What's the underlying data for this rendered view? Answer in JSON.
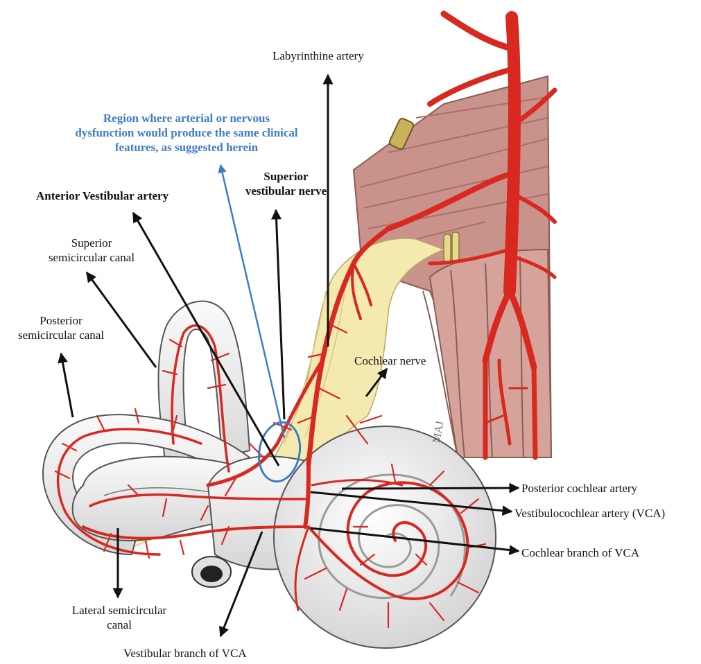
{
  "figure": {
    "colors": {
      "artery": "#d8281f",
      "artery_dark": "#a3150f",
      "nerve": "#f4eab0",
      "bone": "#eeeeee",
      "bone_edge": "#555555",
      "brainstem": "#c9928a",
      "highlight": "#3d7cc9"
    },
    "labels": {
      "labyrinthine_artery": "Labyrinthine artery",
      "region_note": [
        "Region where arterial or nervous",
        "dysfunction would produce the same clinical",
        "features, as suggested herein"
      ],
      "anterior_vestibular_artery": "Anterior Vestibular artery",
      "superior_vestibular_nerve": [
        "Superior",
        "vestibular nerve"
      ],
      "superior_semicircular_canal": [
        "Superior",
        "semicircular canal"
      ],
      "posterior_semicircular_canal": [
        "Posterior",
        "semicircular canal"
      ],
      "cochlear_nerve": "Cochlear nerve",
      "posterior_cochlear_artery": "Posterior cochlear artery",
      "vestibulocochlear_artery": "Vestibulocochlear artery (VCA)",
      "cochlear_branch": "Cochlear branch of VCA",
      "lateral_semicircular_canal": [
        "Lateral semicircular",
        "canal"
      ],
      "vestibular_branch": "Vestibular branch of VCA",
      "signature": "MAJ"
    }
  }
}
